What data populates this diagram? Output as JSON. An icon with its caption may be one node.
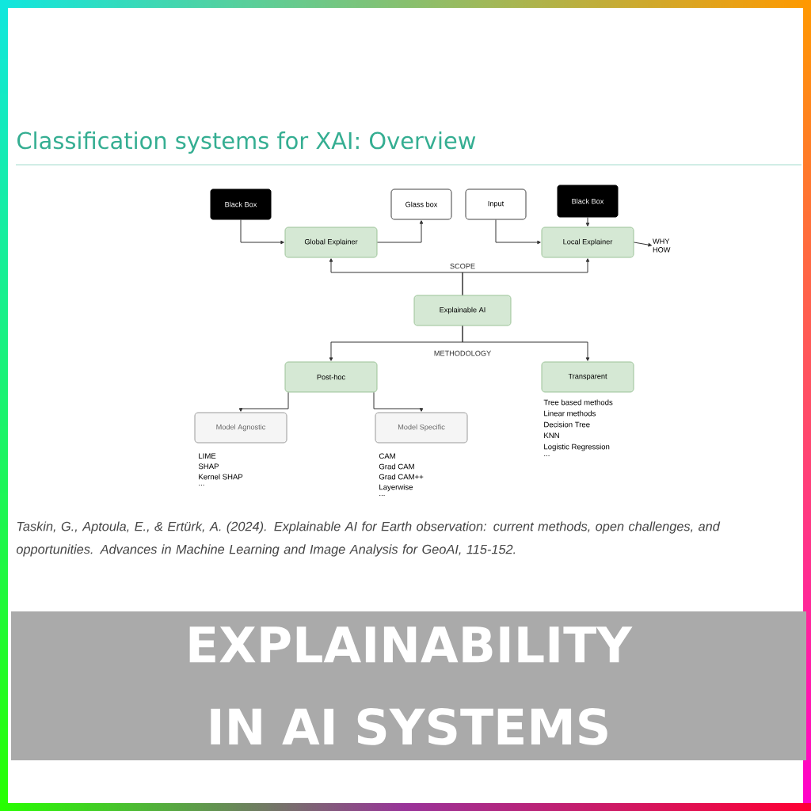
{
  "diagram": {
    "title": "Classification systems for XAI: Overview",
    "caption": "Taskin, G., Aptoula, E., & Ertürk, A. (2024). Explainable AI for Earth observation: current methods, open challenges, and opportunities. Advances in Machine Learning and Image Analysis for GeoAI, 115-152.",
    "nodes": [
      {
        "text": [
          "Black Box"
        ]
      },
      {
        "text": [
          "Glass box"
        ]
      },
      {
        "text": [
          "Input"
        ]
      },
      {
        "text": [
          "Black Box"
        ]
      },
      {
        "text": [
          "Global Explainer"
        ]
      },
      {
        "text": [
          "Local Explainer"
        ]
      },
      {
        "text": [
          "WHY HOW"
        ]
      },
      {
        "text": [
          "Explainable AI"
        ]
      },
      {
        "text": [
          "Post-hoc"
        ]
      },
      {
        "text": [
          "Transparent"
        ],
        "beside": [
          "Tree based methods",
          "Linear methods",
          "Decision Tree",
          "KNN",
          "Logistic Regression",
          "..."
        ]
      },
      {
        "text": [
          "Model Agnostic"
        ],
        "beside": [
          "LIME",
          "SHAP",
          "Kernel SHAP",
          "..."
        ]
      },
      {
        "text": [
          "Model Specific"
        ],
        "beside": [
          "CAM",
          "Grad CAM",
          "Grad CAM++",
          "Layerwise",
          "..."
        ]
      }
    ],
    "edges": [
      {
        "from": 0,
        "to": 4,
        "arrow": "to"
      },
      {
        "from": 4,
        "to": 1,
        "arrow": "to"
      },
      {
        "from": 2,
        "to": 5,
        "arrow": "to"
      },
      {
        "from": 3,
        "to": 5,
        "arrow": "to"
      },
      {
        "from": 5,
        "to": 6,
        "arrow": "to"
      },
      {
        "from": 7,
        "to": 4,
        "arrow": "to",
        "label": "SCOPE"
      },
      {
        "from": 7,
        "to": 5,
        "arrow": "to"
      },
      {
        "from": 7,
        "to": 8,
        "arrow": "to",
        "label": "METHODOLOGY"
      },
      {
        "from": 7,
        "to": 9,
        "arrow": "to"
      },
      {
        "from": 8,
        "to": 10,
        "arrow": "to"
      },
      {
        "from": 8,
        "to": 11,
        "arrow": "to"
      }
    ],
    "labels": [
      "EXPLAINABILITY IN AI SYSTEMS"
    ]
  }
}
